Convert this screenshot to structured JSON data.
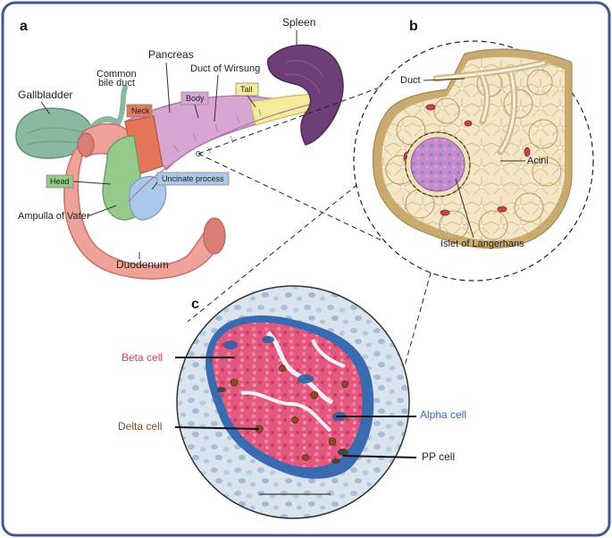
{
  "panels": {
    "a": "a",
    "b": "b",
    "c": "c"
  },
  "panel_a": {
    "gallbladder": "Gallbladder",
    "common_bile_duct_line1": "Common",
    "common_bile_duct_line2": "bile duct",
    "pancreas": "Pancreas",
    "spleen": "Spleen",
    "duct_of_wirsung": "Duct of Wirsung",
    "head": "Head",
    "neck": "Neck",
    "body": "Body",
    "tail": "Tail",
    "uncinate": "Uncinate process",
    "ampulla": "Ampulla of Vater",
    "duodenum": "Duodenum"
  },
  "panel_b": {
    "duct": "Duct",
    "acini": "Acini",
    "islet": "Islet of Langerhans"
  },
  "panel_c": {
    "beta": "Beta cell",
    "alpha": "Alpha cell",
    "delta": "Delta cell",
    "pp": "PP cell"
  },
  "colors": {
    "frame": "#3f5a8a",
    "head": "#96c98a",
    "neck": "#e5765a",
    "body": "#d9a6d4",
    "tail": "#f4ec9c",
    "uncinate": "#a9c8ea",
    "spleen": "#6d3e78",
    "duodenum": "#eea29a",
    "gallbladder": "#8ab8a0",
    "beta": "#d63a6a",
    "alpha": "#3a6ab0",
    "delta": "#8a4a22"
  }
}
